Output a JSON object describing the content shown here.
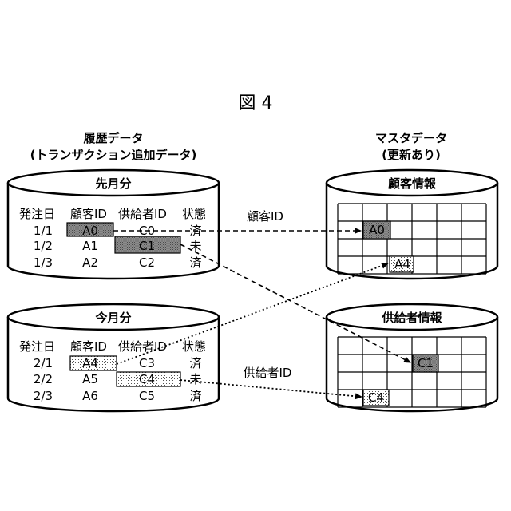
{
  "figure_title": "図 4",
  "history": {
    "title": "履歴データ",
    "subtitle": "(トランザクション追加データ)",
    "last_month": {
      "title": "先月分",
      "columns": [
        "発注日",
        "顧客ID",
        "供給者ID",
        "状態"
      ],
      "rows": [
        {
          "date": "1/1",
          "customer": "A0",
          "supplier": "C0",
          "status": "済"
        },
        {
          "date": "1/2",
          "customer": "A1",
          "supplier": "C1",
          "status": "未"
        },
        {
          "date": "1/3",
          "customer": "A2",
          "supplier": "C2",
          "status": "済"
        }
      ]
    },
    "this_month": {
      "title": "今月分",
      "columns": [
        "発注日",
        "顧客ID",
        "供給者ID",
        "状態"
      ],
      "rows": [
        {
          "date": "2/1",
          "customer": "A4",
          "supplier": "C3",
          "status": "済"
        },
        {
          "date": "2/2",
          "customer": "A5",
          "supplier": "C4",
          "status": "未"
        },
        {
          "date": "2/3",
          "customer": "A6",
          "supplier": "C5",
          "status": "済"
        }
      ]
    }
  },
  "master": {
    "title": "マスタデータ",
    "subtitle": "(更新あり)",
    "customer_info": {
      "title": "顧客情報",
      "entries": [
        "A0",
        "A4"
      ]
    },
    "supplier_info": {
      "title": "供給者情報",
      "entries": [
        "C1",
        "C4"
      ]
    }
  },
  "arrow_labels": {
    "customer_id": "顧客ID",
    "supplier_id": "供給者ID"
  },
  "colors": {
    "line": "#000000",
    "dark_fill": "#7a7a7a",
    "light_fill": "#f0f0f0"
  }
}
